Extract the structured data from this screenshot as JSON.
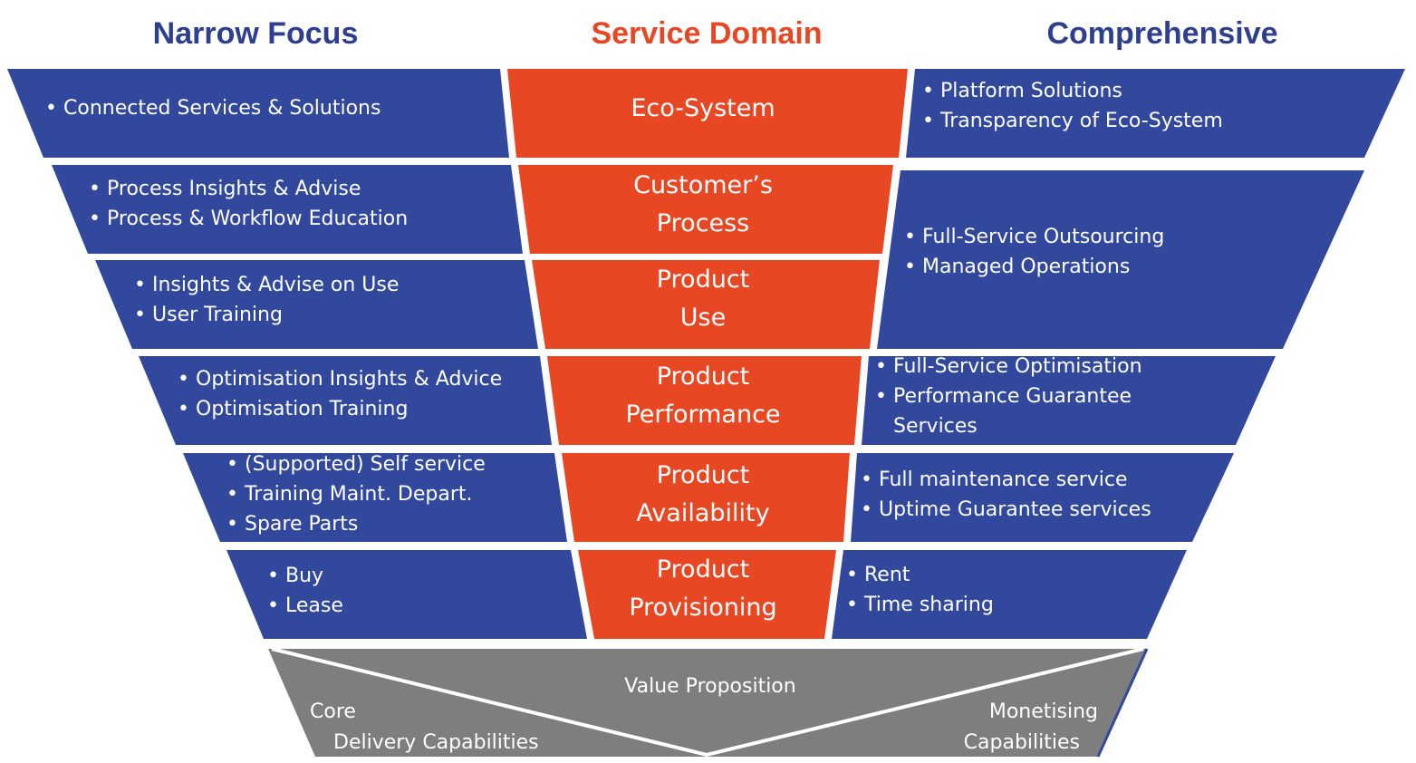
{
  "headers": {
    "left": "Narrow Focus",
    "center": "Service Domain",
    "right": "Comprehensive"
  },
  "colors": {
    "blue": "#31489c",
    "orange": "#e84724",
    "gray": "#7e7e7e",
    "header_blue": "#2e3f8f",
    "header_orange": "#e84724"
  },
  "rows": [
    {
      "domain": [
        "Eco-System"
      ],
      "left": [
        "Connected Services & Solutions"
      ],
      "right": [
        "Platform Solutions",
        "Transparency of Eco-System"
      ]
    },
    {
      "domain": [
        "Customer’s",
        "Process"
      ],
      "left": [
        "Process Insights & Advise",
        "Process & Workflow Education"
      ]
    },
    {
      "domain": [
        "Product",
        "Use"
      ],
      "left": [
        "Insights & Advise on Use",
        "User Training"
      ]
    },
    {
      "domain": [
        "Product",
        "Performance"
      ],
      "left": [
        "Optimisation Insights & Advice",
        "Optimisation Training"
      ],
      "right": [
        "Full-Service Optimisation",
        "Performance Guarantee",
        "Services"
      ]
    },
    {
      "domain": [
        "Product",
        "Availability"
      ],
      "left": [
        "(Supported) Self service",
        "Training Maint. Depart.",
        "Spare Parts"
      ],
      "right": [
        "Full maintenance service",
        "Uptime Guarantee services"
      ]
    },
    {
      "domain": [
        "Product",
        "Provisioning"
      ],
      "left": [
        "Buy",
        "Lease"
      ],
      "right": [
        "Rent",
        "Time sharing"
      ]
    }
  ],
  "merged_right": [
    "Full-Service Outsourcing",
    "Managed Operations"
  ],
  "base": {
    "top": "Value Proposition",
    "left": [
      "Core",
      "Delivery Capabilities"
    ],
    "right": [
      "Monetising",
      "Capabilities"
    ]
  }
}
